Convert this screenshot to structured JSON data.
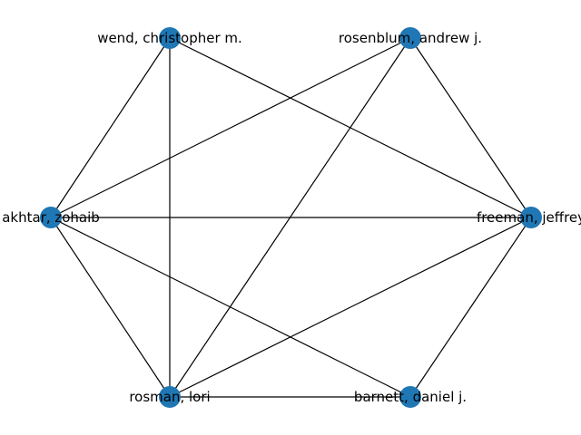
{
  "graph": {
    "node_color": "#1f77b4",
    "edge_color": "#000000",
    "nodes": [
      {
        "id": "wend",
        "label": "wend, christopher m."
      },
      {
        "id": "rosenblum",
        "label": "rosenblum, andrew j."
      },
      {
        "id": "akhtar",
        "label": "akhtar, zohaib"
      },
      {
        "id": "freeman",
        "label": "freeman, jeffrey"
      },
      {
        "id": "rosman",
        "label": "rosman, lori"
      },
      {
        "id": "barnett",
        "label": "barnett, daniel j."
      }
    ],
    "edges": [
      [
        "wend",
        "akhtar"
      ],
      [
        "wend",
        "rosman"
      ],
      [
        "wend",
        "freeman"
      ],
      [
        "rosenblum",
        "akhtar"
      ],
      [
        "rosenblum",
        "rosman"
      ],
      [
        "rosenblum",
        "freeman"
      ],
      [
        "akhtar",
        "freeman"
      ],
      [
        "akhtar",
        "rosman"
      ],
      [
        "akhtar",
        "barnett"
      ],
      [
        "freeman",
        "rosman"
      ],
      [
        "freeman",
        "barnett"
      ],
      [
        "rosman",
        "barnett"
      ]
    ]
  }
}
